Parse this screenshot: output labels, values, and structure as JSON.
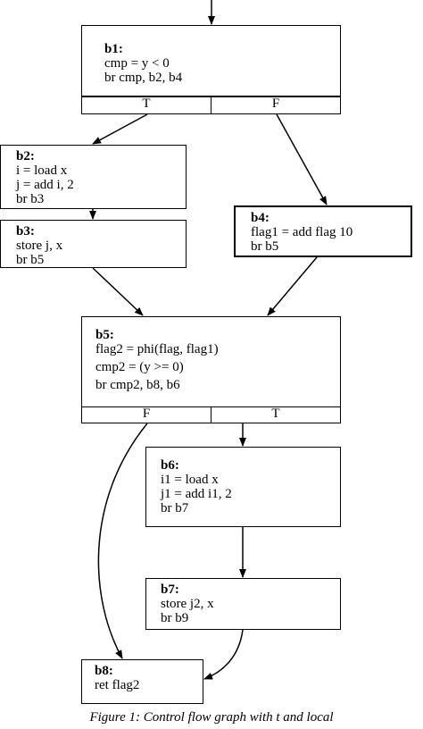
{
  "blocks": {
    "b1": {
      "title": "b1:",
      "lines": [
        "cmp = y < 0",
        "br cmp, b2, b4"
      ],
      "branches": {
        "left": "T",
        "right": "F"
      }
    },
    "b2": {
      "title": "b2:",
      "lines": [
        "i = load x",
        "j = add i, 2",
        "br b3"
      ]
    },
    "b3": {
      "title": "b3:",
      "lines": [
        "store j, x",
        "br b5"
      ]
    },
    "b4": {
      "title": "b4:",
      "lines": [
        "flag1 = add flag 10",
        "br b5"
      ]
    },
    "b5": {
      "title": "b5:",
      "lines": [
        "flag2 = phi(flag, flag1)",
        "cmp2 = (y >= 0)",
        "br cmp2, b8, b6"
      ],
      "branches": {
        "left": "F",
        "right": "T"
      }
    },
    "b6": {
      "title": "b6:",
      "lines": [
        "i1 = load x",
        "j1 = add i1, 2",
        "br b7"
      ]
    },
    "b7": {
      "title": "b7:",
      "lines": [
        "store j2, x",
        "br b9"
      ]
    },
    "b8": {
      "title": "b8:",
      "lines": [
        "ret flag2"
      ]
    }
  },
  "caption": "Figure 1: Control flow graph with t and local"
}
